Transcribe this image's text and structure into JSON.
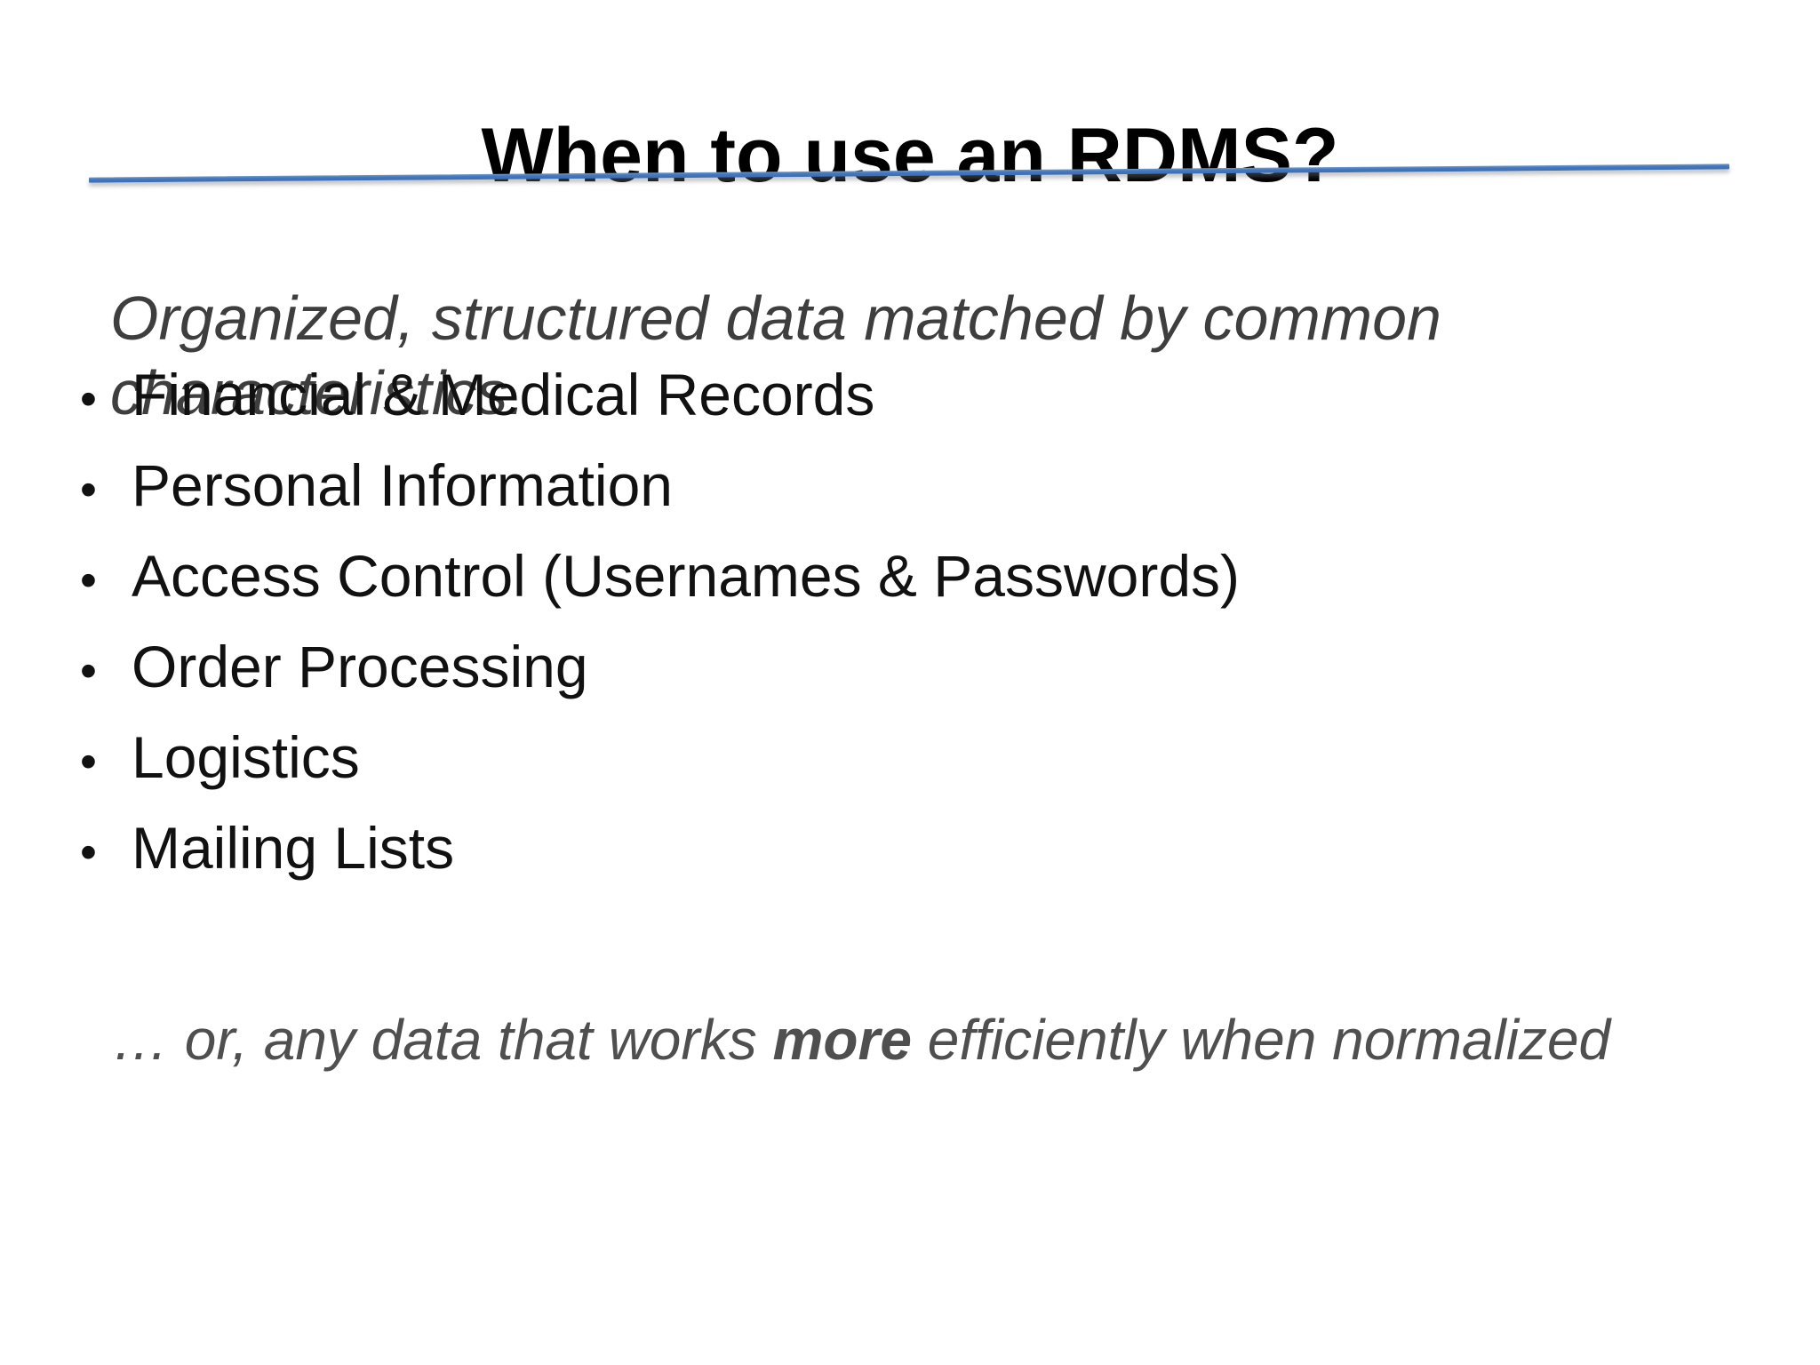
{
  "slide": {
    "title": "When to use an RDMS?",
    "lead": "Organized, structured data matched by common characteristics.",
    "bullet_glyph": "•",
    "bullets": [
      "Financial & Medical Records",
      "Personal Information",
      "Access Control (Usernames & Passwords)",
      "Order Processing",
      "Logistics",
      "Mailing Lists"
    ],
    "footer": {
      "prefix": "… or, any data that works ",
      "emphasis": "more",
      "suffix": " efficiently when normalized"
    },
    "colors": {
      "background": "#ffffff",
      "title_text": "#000000",
      "accent_line": "#4377bd",
      "lead_text": "#3e3e3e",
      "bullet_text": "#111111",
      "footer_text": "#4f4f4f"
    }
  }
}
